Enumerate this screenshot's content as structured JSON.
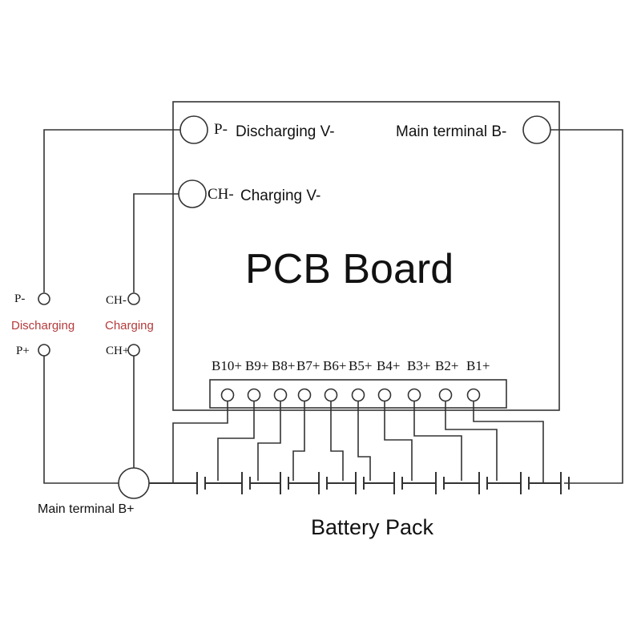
{
  "board": {
    "title": "PCB Board",
    "p_minus_code": "P-",
    "discharging_label": "Discharging V-",
    "ch_minus_code": "CH-",
    "charging_label": "Charging V-",
    "main_b_minus_label": "Main terminal B-",
    "balance_pins": [
      "B10+",
      "B9+",
      "B8+",
      "B7+",
      "B6+",
      "B5+",
      "B4+",
      "B3+",
      "B2+",
      "B1+"
    ]
  },
  "external": {
    "p_minus": "P-",
    "discharging": "Discharging",
    "ch_minus": "CH-",
    "charging": "Charging",
    "p_plus": "P+",
    "ch_plus": "CH+",
    "main_b_plus_label": "Main terminal B+"
  },
  "battery": {
    "label": "Battery Pack"
  },
  "colors": {
    "line": "#333333",
    "port_label": "#b53a3a"
  }
}
